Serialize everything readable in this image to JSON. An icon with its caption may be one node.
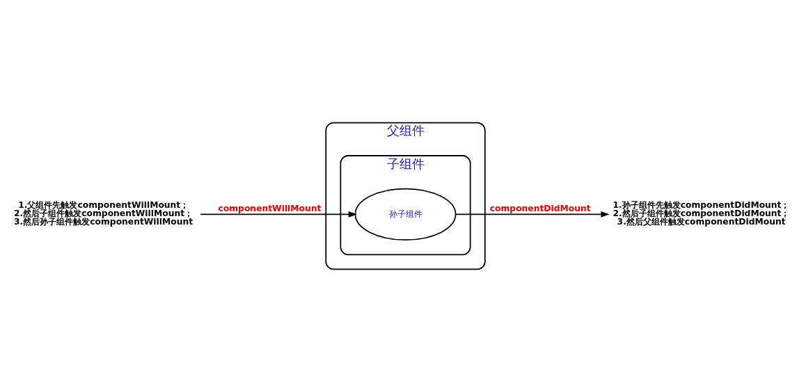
{
  "diagram": {
    "nodes": [
      {
        "text": [
          "1.父组件先触发componentWillMount；",
          "2.然后子组件触发componentWillMount；",
          "3.然后孙子组件触发componentWillMount"
        ]
      },
      {
        "text": [
          "父组件"
        ]
      },
      {
        "text": [
          "子组件"
        ],
        "in": 1
      },
      {
        "text": [
          "孙子组件"
        ],
        "in": 2
      },
      {
        "text": [
          "1.孙子组件先触发componentDidMount；",
          "2.然后子组件触发componentDidMount；",
          "3.然后父组件触发componentDidMount"
        ]
      }
    ],
    "edges": [
      {
        "from": 0,
        "to": 3,
        "arrow": "to",
        "label": "componentWillMount"
      },
      {
        "from": 3,
        "to": 4,
        "arrow": "to",
        "label": "componentDidMount"
      }
    ]
  }
}
